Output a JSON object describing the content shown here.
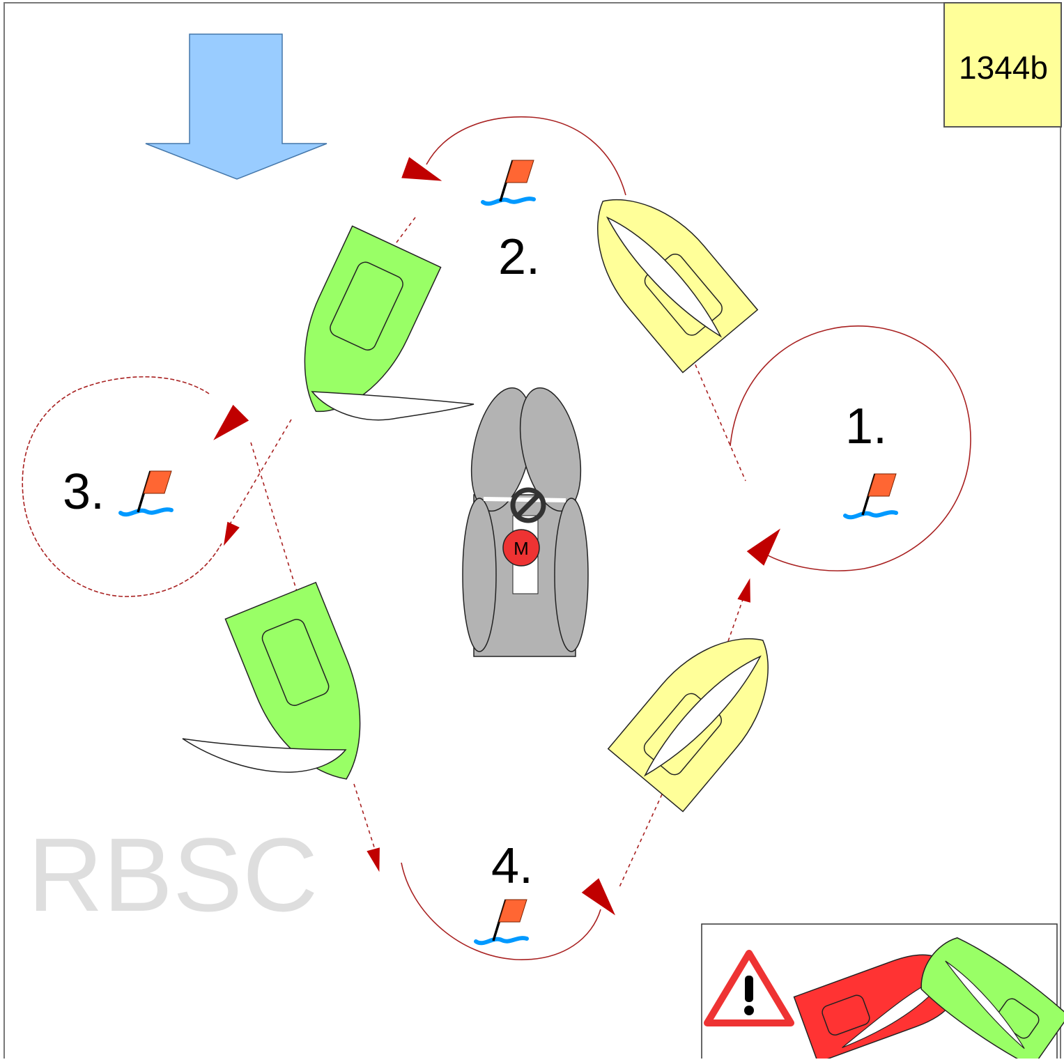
{
  "diagram": {
    "code": "1344b",
    "watermark": "RBSC",
    "markers": [
      {
        "label": "1."
      },
      {
        "label": "2."
      },
      {
        "label": "3."
      },
      {
        "label": "4."
      }
    ],
    "motorboat_label": "M",
    "colors": {
      "wind_arrow": "#99ccff",
      "code_box": "#ffff99",
      "green_boat": "#99ff66",
      "yellow_boat": "#ffff99",
      "red_boat": "#ff3333",
      "motorboat": "#b3b3b3",
      "flag": "#ff6633",
      "water": "#0099ff",
      "track": "#990000",
      "track_arrow": "#c00000",
      "warning": "#ee3333"
    },
    "icons": [
      "wind-arrow-icon",
      "buoy-flag-icon",
      "no-entry-icon",
      "warning-icon"
    ]
  }
}
